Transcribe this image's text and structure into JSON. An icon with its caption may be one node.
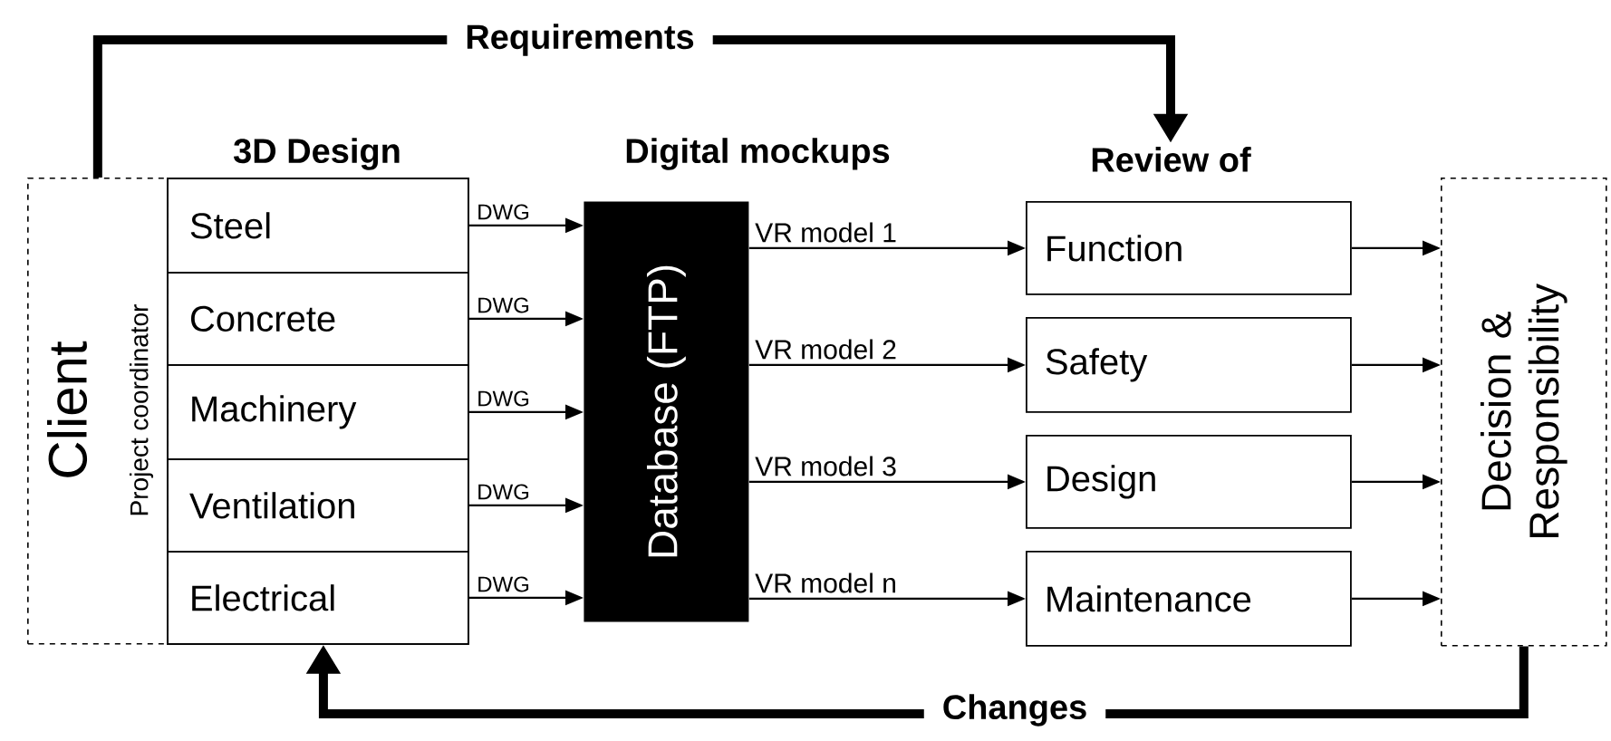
{
  "diagram": {
    "nodes": [
      {
        "text": [
          "Client",
          "Project coordinator"
        ]
      },
      {
        "text": [
          "3D Design"
        ]
      },
      {
        "text": [
          "Steel"
        ],
        "in": 1
      },
      {
        "text": [
          "Concrete"
        ],
        "in": 1
      },
      {
        "text": [
          "Machinery"
        ],
        "in": 1
      },
      {
        "text": [
          "Ventilation"
        ],
        "in": 1
      },
      {
        "text": [
          "Electrical"
        ],
        "in": 1
      },
      {
        "text": [
          "Database (FTP)"
        ],
        "beside": [
          "Digital mockups"
        ]
      },
      {
        "text": [
          "Review of"
        ]
      },
      {
        "text": [
          "Function"
        ]
      },
      {
        "text": [
          "Safety"
        ]
      },
      {
        "text": [
          "Design"
        ]
      },
      {
        "text": [
          "Maintenance"
        ]
      },
      {
        "text": [
          "Decision & Responsibility"
        ]
      }
    ],
    "edges": [
      {
        "from": 0,
        "to": 8,
        "arrow": "to",
        "label": "Requirements",
        "style": "thick"
      },
      {
        "from": 13,
        "to": 1,
        "arrow": "to",
        "label": "Changes",
        "style": "thick"
      },
      {
        "from": 2,
        "to": 7,
        "arrow": "to",
        "label": "DWG"
      },
      {
        "from": 3,
        "to": 7,
        "arrow": "to",
        "label": "DWG"
      },
      {
        "from": 4,
        "to": 7,
        "arrow": "to",
        "label": "DWG"
      },
      {
        "from": 5,
        "to": 7,
        "arrow": "to",
        "label": "DWG"
      },
      {
        "from": 6,
        "to": 7,
        "arrow": "to",
        "label": "DWG"
      },
      {
        "from": 7,
        "to": 9,
        "arrow": "to",
        "label": "VR model 1"
      },
      {
        "from": 7,
        "to": 10,
        "arrow": "to",
        "label": "VR model 2"
      },
      {
        "from": 7,
        "to": 11,
        "arrow": "to",
        "label": "VR model 3"
      },
      {
        "from": 7,
        "to": 12,
        "arrow": "to",
        "label": "VR model n"
      },
      {
        "from": 9,
        "to": 13,
        "arrow": "to"
      },
      {
        "from": 10,
        "to": 13,
        "arrow": "to"
      },
      {
        "from": 11,
        "to": 13,
        "arrow": "to"
      },
      {
        "from": 12,
        "to": 13,
        "arrow": "to"
      }
    ]
  }
}
